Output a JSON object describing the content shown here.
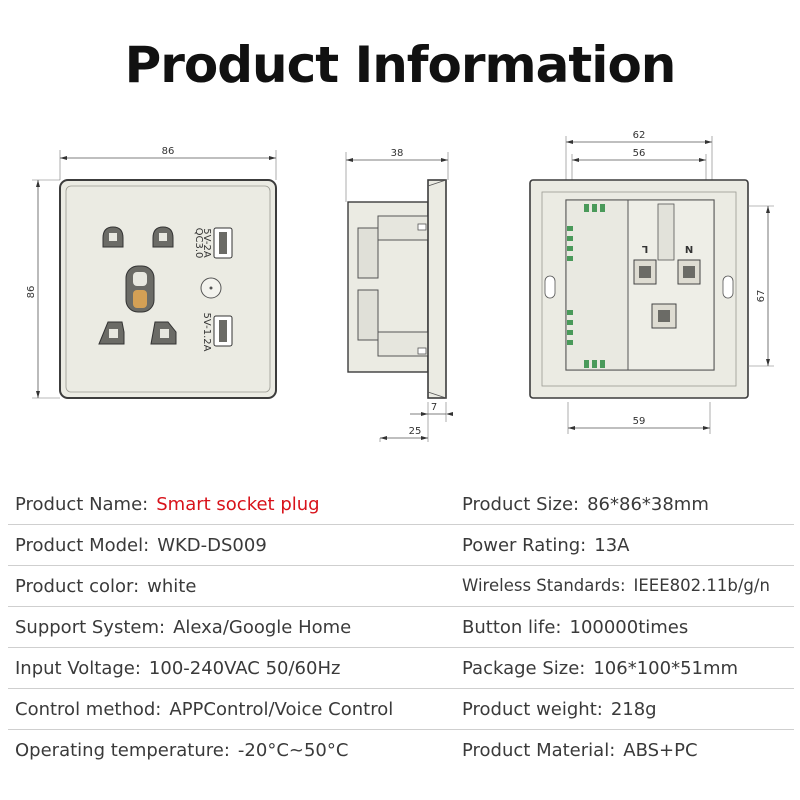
{
  "header": {
    "title": "Product Information"
  },
  "drawing": {
    "front_width": "86",
    "front_height": "86",
    "usb_label_top": "5V-2A",
    "usb_label_qc": "QC3.0",
    "usb_label_bottom": "5V-1.2A",
    "side_depth": "38",
    "side_plate": "7",
    "side_body": "25",
    "back_outer_width": "62",
    "back_inner_width": "56",
    "back_height": "67",
    "back_bottom_width": "59",
    "terminal_l": "L",
    "terminal_n": "N"
  },
  "specs": [
    {
      "left_label": "Product Name:",
      "left_value": "Smart socket plug",
      "right_label": "Product Size:",
      "right_value": "86*86*38mm"
    },
    {
      "left_label": "Product Model:",
      "left_value": "WKD-DS009",
      "right_label": "Power Rating:",
      "right_value": "13A"
    },
    {
      "left_label": "Product color:",
      "left_value": "white",
      "right_label": "Wireless Standards:",
      "right_value": "IEEE802.11b/g/n"
    },
    {
      "left_label": "Support System:",
      "left_value": "Alexa/Google Home",
      "right_label": "Button life:",
      "right_value": "100000times"
    },
    {
      "left_label": "Input Voltage:",
      "left_value": "100-240VAC 50/60Hz",
      "right_label": "Package Size:",
      "right_value": "106*100*51mm"
    },
    {
      "left_label": "Control method:",
      "left_value": "APPControl/Voice Control",
      "right_label": "Product weight:",
      "right_value": "218g"
    },
    {
      "left_label": "Operating temperature:",
      "left_value": "-20°C~50°C",
      "right_label": "Product Material:",
      "right_value": "ABS+PC"
    }
  ],
  "colors": {
    "accent_red": "#d8121a",
    "panel": "#ecece4",
    "outline": "#444444"
  }
}
